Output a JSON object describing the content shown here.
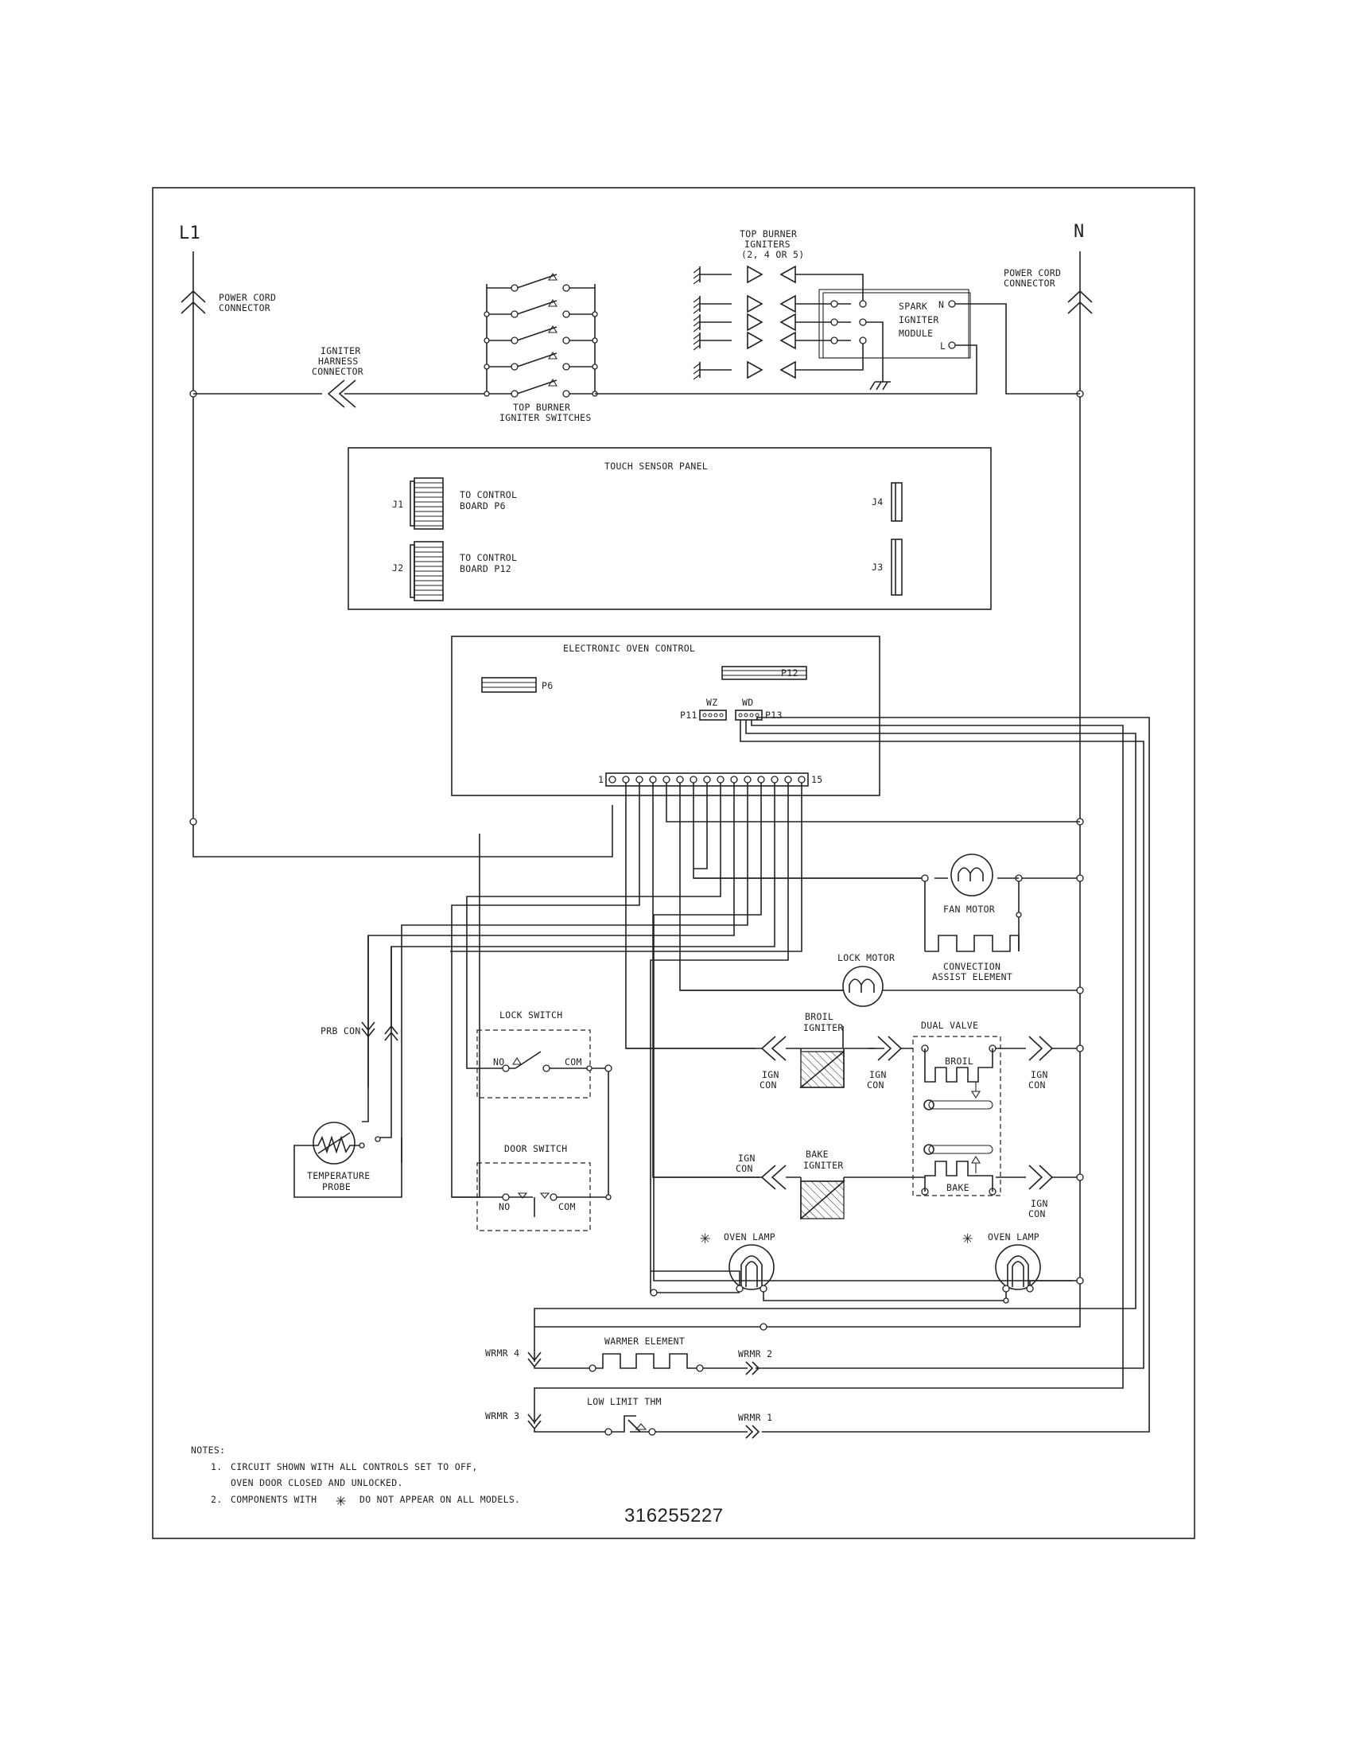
{
  "power": {
    "l1": "L1",
    "n": "N",
    "cord_left": [
      "POWER CORD",
      "CONNECTOR"
    ],
    "cord_right": [
      "POWER CORD",
      "CONNECTOR"
    ]
  },
  "igniter_harness": [
    "IGNITER",
    "HARNESS",
    "CONNECTOR"
  ],
  "top_switches": [
    "TOP BURNER",
    "IGNITER SWITCHES"
  ],
  "top_igniters": [
    "TOP BURNER",
    "IGNITERS",
    "(2, 4 OR 5)"
  ],
  "spark_module": {
    "lines": [
      "SPARK",
      "IGNITER",
      "MODULE"
    ],
    "n_pin": "N",
    "l_pin": "L"
  },
  "touch_panel": {
    "title": "TOUCH SENSOR PANEL",
    "j1": "J1",
    "j2": "J2",
    "j3": "J3",
    "j4": "J4",
    "j1_desc": [
      "TO CONTROL",
      "BOARD P6"
    ],
    "j2_desc": [
      "TO CONTROL",
      "BOARD P12"
    ]
  },
  "oven_control": {
    "title": "ELECTRONIC OVEN CONTROL",
    "p6": "P6",
    "p12": "P12",
    "p11": "P11",
    "p13": "P13",
    "wz": "WZ",
    "wd": "WD",
    "pin_first": "1",
    "pin_last": "15"
  },
  "components": {
    "fan_motor": "FAN MOTOR",
    "convection": [
      "CONVECTION",
      "ASSIST ELEMENT"
    ],
    "lock_motor": "LOCK MOTOR",
    "broil_igniter": [
      "BROIL",
      "IGNITER"
    ],
    "bake_igniter": [
      "BAKE",
      "IGNITER"
    ],
    "dual_valve": "DUAL VALVE",
    "broil": "BROIL",
    "bake": "BAKE",
    "ign_con": [
      "IGN",
      "CON"
    ],
    "lock_switch": "LOCK SWITCH",
    "door_switch": "DOOR SWITCH",
    "no": "NO",
    "com": "COM",
    "prb_con": "PRB CON",
    "temp_probe": [
      "TEMPERATURE",
      "PROBE"
    ],
    "oven_lamp": "OVEN LAMP",
    "asterisk": "✳",
    "warmer_element": "WARMER ELEMENT",
    "low_limit": "LOW LIMIT THM",
    "wrmr1": "WRMR 1",
    "wrmr2": "WRMR 2",
    "wrmr3": "WRMR 3",
    "wrmr4": "WRMR 4"
  },
  "notes": {
    "heading": "NOTES:",
    "n1_num": "1.",
    "n1_line1": "CIRCUIT SHOWN WITH ALL CONTROLS SET TO OFF,",
    "n1_line2": "OVEN DOOR CLOSED AND UNLOCKED.",
    "n2_num": "2.",
    "n2_before": "COMPONENTS WITH",
    "n2_after": "DO NOT APPEAR ON ALL MODELS."
  },
  "part_number": "316255227"
}
